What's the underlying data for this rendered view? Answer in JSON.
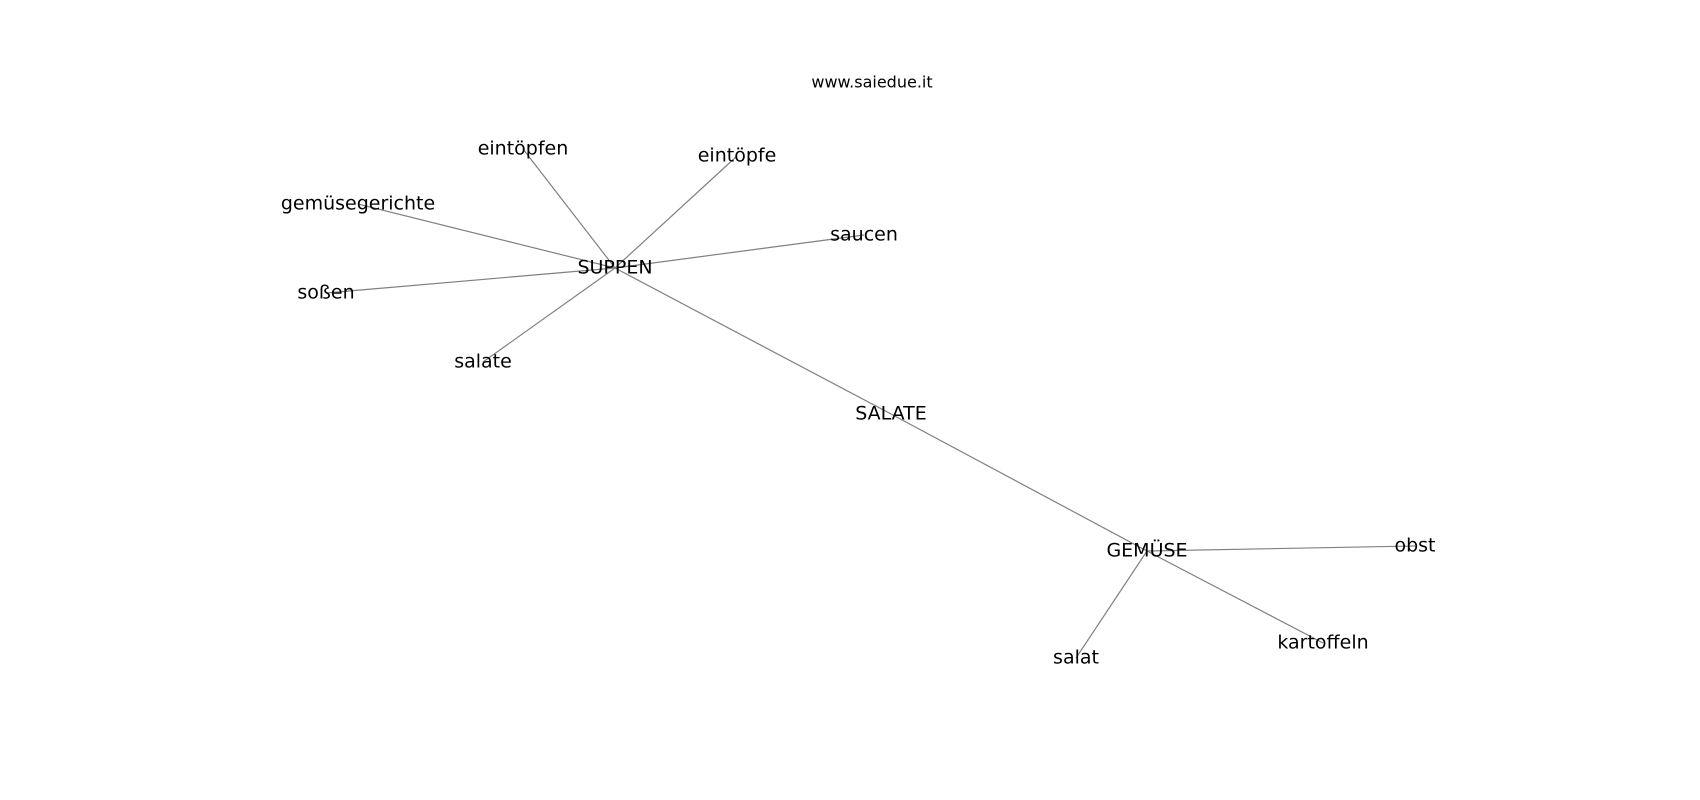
{
  "watermark": "www.saiedue.it",
  "nodes": {
    "suppen": "SUPPEN",
    "salate_hub": "SALATE",
    "gemuese": "GEMÜSE",
    "eintoepfen": "eintöpfen",
    "eintoepfe": "eintöpfe",
    "gemuesegerichte": "gemüsegerichte",
    "saucen": "saucen",
    "sossen": "soßen",
    "salate": "salate",
    "obst": "obst",
    "salat": "salat",
    "kartoffeln": "kartoffeln"
  },
  "edges": [
    [
      "suppen",
      "eintoepfen"
    ],
    [
      "suppen",
      "eintoepfe"
    ],
    [
      "suppen",
      "gemuesegerichte"
    ],
    [
      "suppen",
      "saucen"
    ],
    [
      "suppen",
      "sossen"
    ],
    [
      "suppen",
      "salate"
    ],
    [
      "suppen",
      "salate_hub"
    ],
    [
      "salate_hub",
      "gemuese"
    ],
    [
      "gemuese",
      "obst"
    ],
    [
      "gemuese",
      "salat"
    ],
    [
      "gemuese",
      "kartoffeln"
    ]
  ]
}
